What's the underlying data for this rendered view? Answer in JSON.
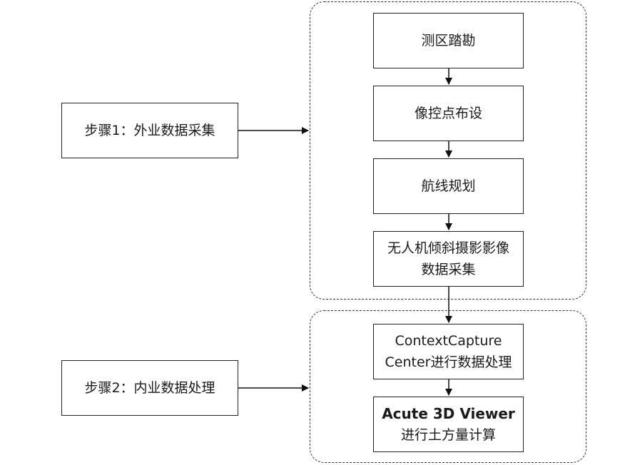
{
  "groups": [
    {
      "name": "field-data-collection-group"
    },
    {
      "name": "indoor-data-processing-group"
    }
  ],
  "steps": {
    "step1": "步骤1：外业数据采集",
    "step2": "步骤2：内业数据处理"
  },
  "flow": {
    "survey": "测区踏勘",
    "gcp": "像控点布设",
    "route": "航线规划",
    "uav_line1": "无人机倾斜摄影影像",
    "uav_line2": "数据采集",
    "cc_line1": "ContextCapture",
    "cc_line2": "Center进行数据处理",
    "acute_line1": "Acute 3D Viewer",
    "acute_line2": "进行土方量计算"
  }
}
